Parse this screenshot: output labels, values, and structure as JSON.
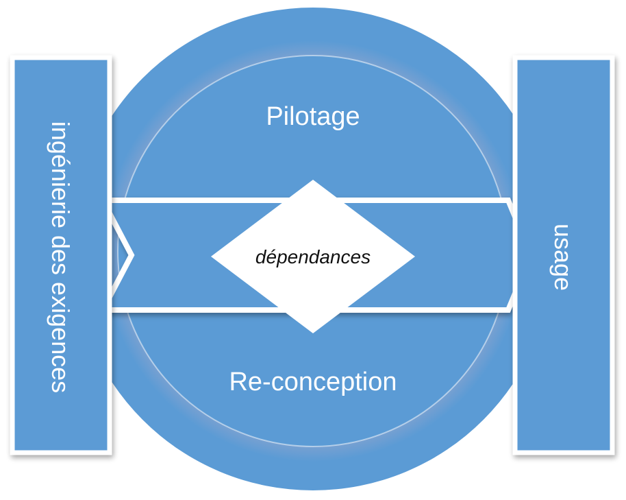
{
  "diagram": {
    "top_label": "Pilotage",
    "bottom_label": "Re-conception",
    "center_label": "dépendances",
    "left_label": "ingénierie des exigences",
    "right_label": "usage"
  },
  "colors": {
    "fill": "#5b9bd5",
    "outline": "#ffffff",
    "text_light": "#ffffff",
    "text_dark": "#111111"
  }
}
